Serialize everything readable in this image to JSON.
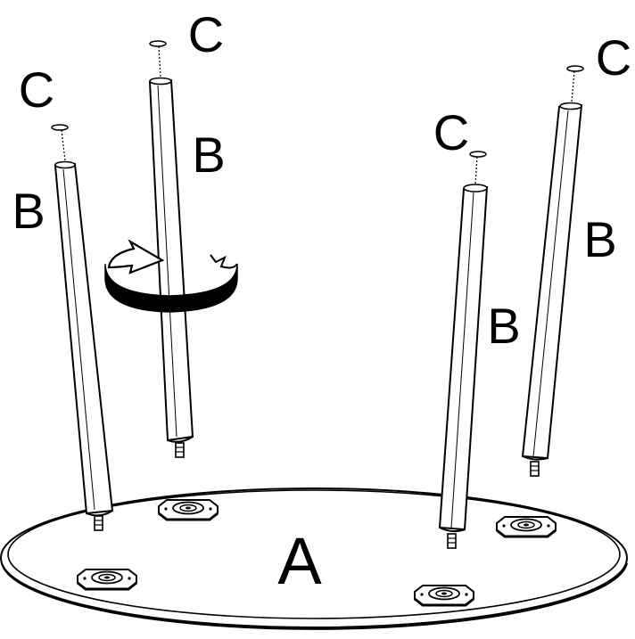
{
  "diagram": {
    "parts": {
      "tabletop": {
        "label": "A"
      },
      "legs": [
        {
          "label": "B"
        },
        {
          "label": "B"
        },
        {
          "label": "B"
        },
        {
          "label": "B"
        }
      ],
      "caps": [
        {
          "label": "C"
        },
        {
          "label": "C"
        },
        {
          "label": "C"
        },
        {
          "label": "C"
        }
      ]
    },
    "mounting_plates": 4,
    "rotation_icon": "rotate-clockwise-icon",
    "colors": {
      "line": "#000000",
      "background": "#ffffff"
    }
  }
}
